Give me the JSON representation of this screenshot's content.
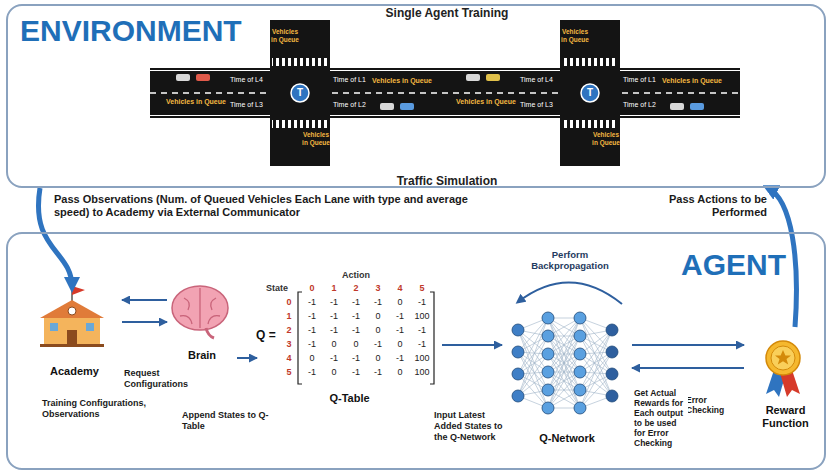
{
  "diagram": {
    "nodes": [
      {
        "text": [
          "ENVIRONMENT"
        ]
      },
      {
        "text": [
          "Single Agent Training",
          "Traffic Simulation"
        ],
        "in": 0
      },
      {
        "text": [
          "AGENT"
        ]
      },
      {
        "text": [
          "Academy"
        ],
        "in": 2
      },
      {
        "text": [
          "Brain"
        ],
        "in": 2
      },
      {
        "text": [
          "Q-Table"
        ],
        "in": 2
      },
      {
        "text": [
          "Q-Network"
        ],
        "in": 2
      },
      {
        "text": [
          "Reward Function"
        ],
        "in": 2
      }
    ],
    "edges": [
      {
        "from": 0,
        "to": 3,
        "arrow": "to",
        "label": "Pass Observations (Num. of Queued Vehicles Each Lane with type and average speed) to Academy via External Communicator"
      },
      {
        "from": 7,
        "to": 0,
        "arrow": "to",
        "label": "Pass Actions to be Performed"
      },
      {
        "from": 4,
        "to": 3,
        "arrow": "to",
        "label": "Training Configurations, Observations"
      },
      {
        "from": 3,
        "to": 4,
        "arrow": "to",
        "label": "Request Configurations"
      },
      {
        "from": 4,
        "to": 5,
        "arrow": "to",
        "label": "Append States to Q-Table"
      },
      {
        "from": 5,
        "to": 6,
        "arrow": "to",
        "label": "Input Latest Added States to the Q-Network"
      },
      {
        "from": 6,
        "to": 7,
        "arrow": "to",
        "label": "Error Checking"
      },
      {
        "from": 7,
        "to": 6,
        "arrow": "to",
        "label": "Get Actual Rewards for Each output to be used for Error Checking"
      }
    ],
    "labels": [
      "Vehicles in Queue",
      "Vehicles in Queue",
      "Vehicles in Queue",
      "Vehicles in Queue",
      "Time of L1",
      "Time of L2",
      "Time of L3",
      "Time of L4",
      "T",
      "Vehicles in Queue",
      "Vehicles in Queue",
      "Vehicles in Queue",
      "Vehicles in Queue",
      "Time of L1",
      "Time of L2",
      "Time of L3",
      "Time of L4",
      "T",
      "Perform Backpropagation",
      "Q =",
      "Action",
      "State",
      "0",
      "1",
      "2",
      "3",
      "4",
      "5",
      "0",
      "1",
      "2",
      "3",
      "4",
      "5",
      "-1",
      "-1",
      "-1",
      "-1",
      "0",
      "-1",
      "-1",
      "-1",
      "-1",
      "0",
      "-1",
      "100",
      "-1",
      "-1",
      "-1",
      "0",
      "-1",
      "-1",
      "-1",
      "0",
      "0",
      "-1",
      "0",
      "-1",
      "0",
      "-1",
      "-1",
      "0",
      "-1",
      "100",
      "-1",
      "0",
      "-1",
      "-1",
      "0",
      "100"
    ]
  }
}
